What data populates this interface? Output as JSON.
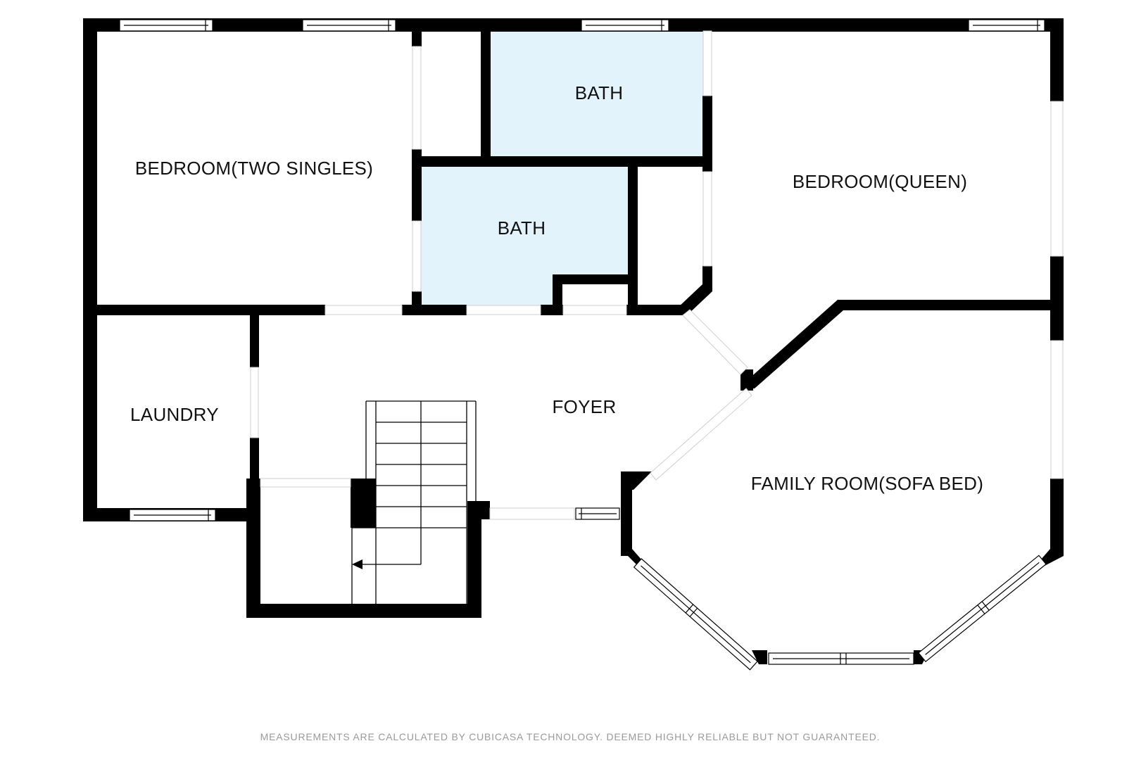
{
  "colors": {
    "wall": "#000000",
    "bath_fill": "#e3f3fc",
    "background": "#ffffff",
    "disclaimer_text": "#9a9a9a"
  },
  "rooms": {
    "bedroom_two_singles": "BEDROOM(TWO SINGLES)",
    "bath_upper": "BATH",
    "bath_lower": "BATH",
    "bedroom_queen": "BEDROOM(QUEEN)",
    "laundry": "LAUNDRY",
    "foyer": "FOYER",
    "family_room": "FAMILY ROOM(SOFA BED)"
  },
  "disclaimer": "MEASUREMENTS ARE CALCULATED BY CUBICASA TECHNOLOGY. DEEMED HIGHLY RELIABLE BUT NOT GUARANTEED."
}
